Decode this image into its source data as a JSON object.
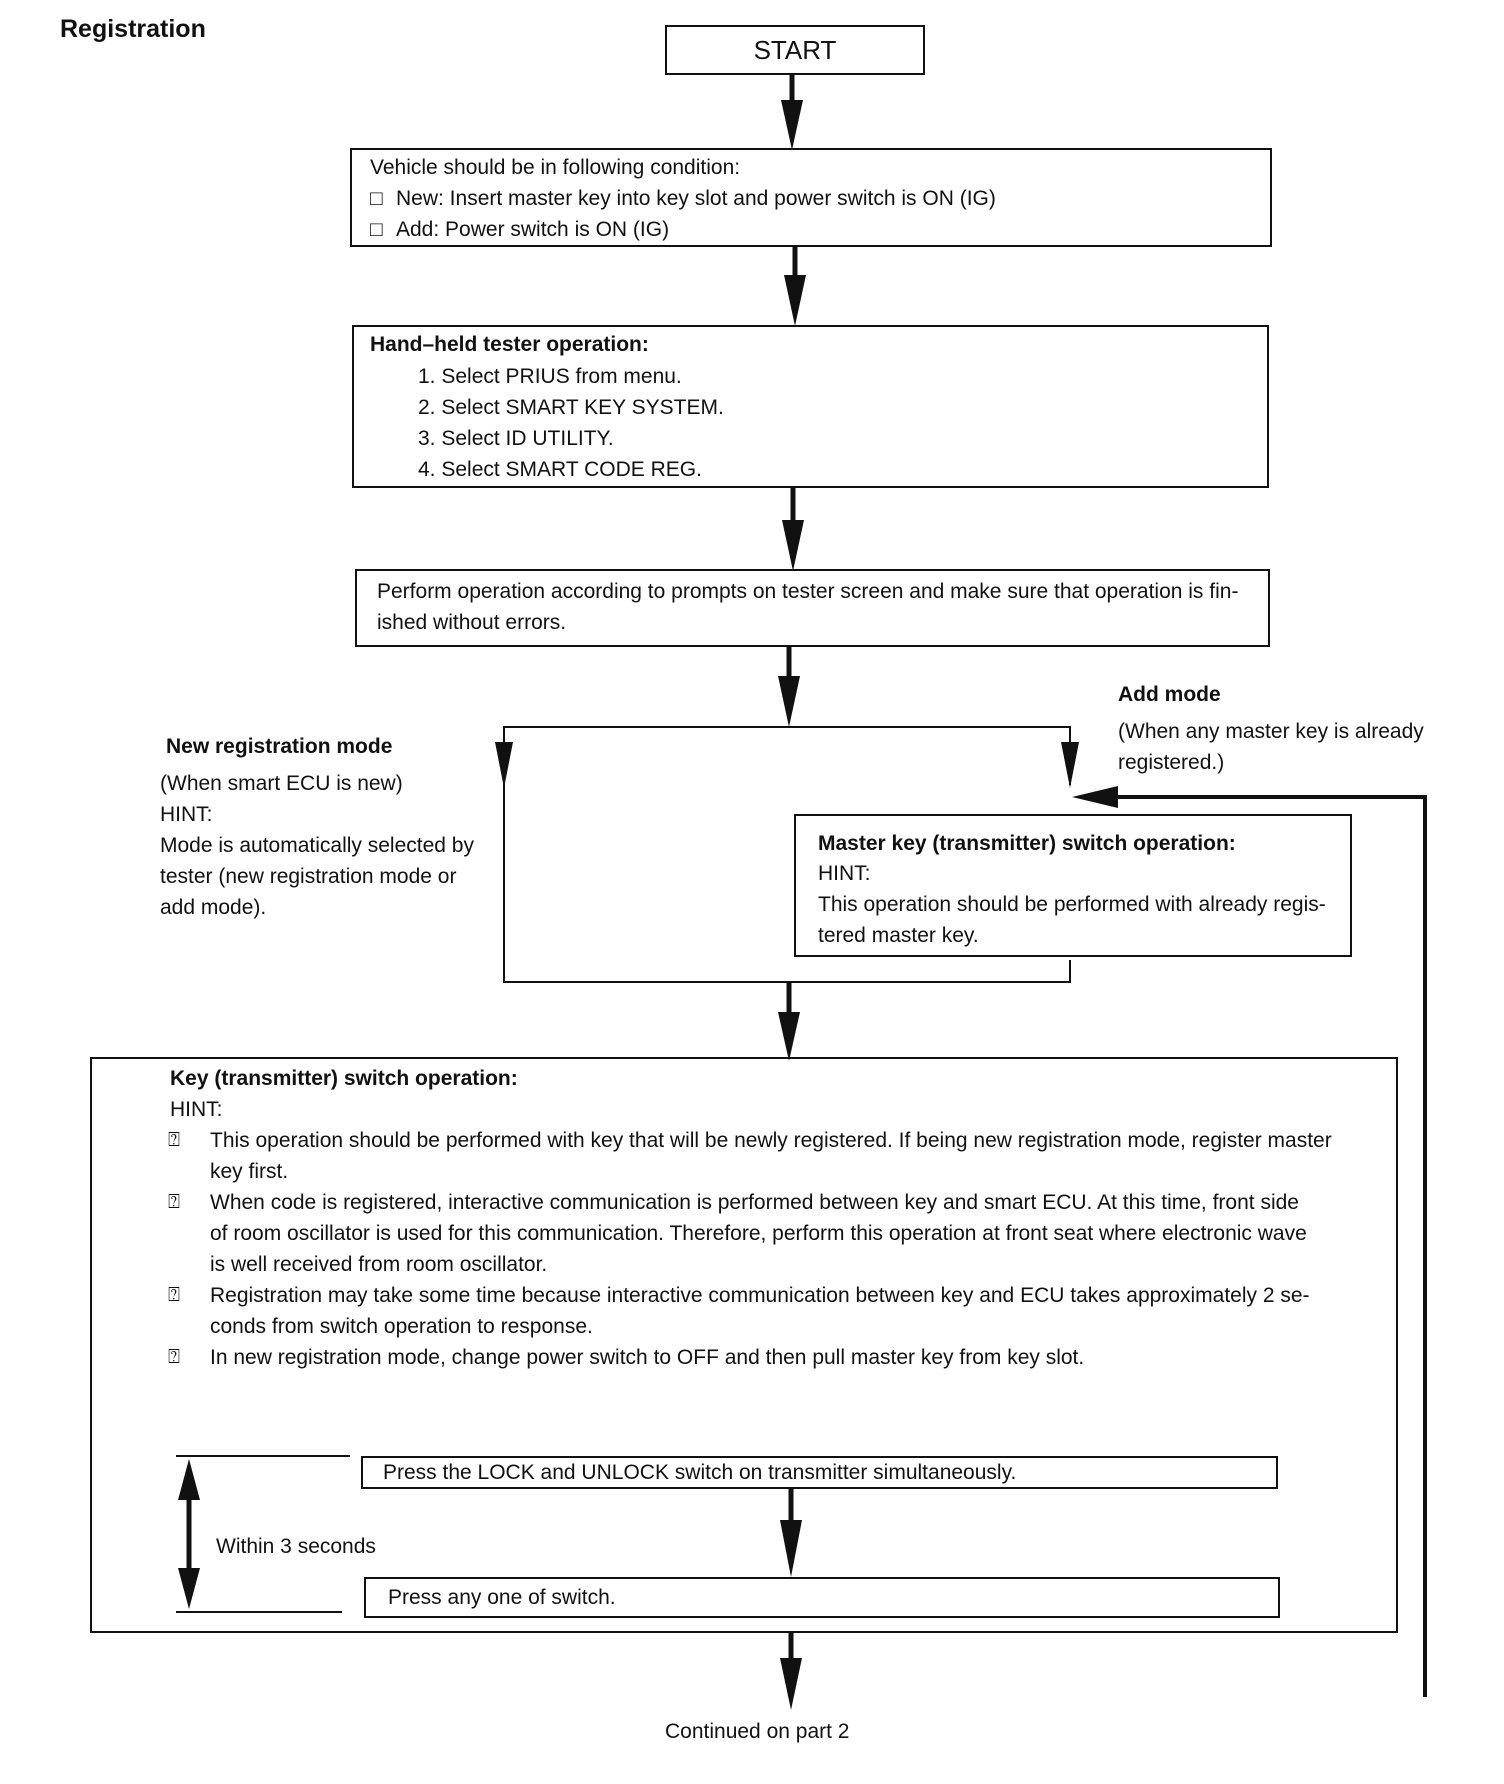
{
  "page_title": "Registration",
  "start": {
    "label": "START"
  },
  "condition": {
    "heading": "Vehicle should be in following condition:",
    "items": [
      "New: Insert master key into key slot and power switch is ON (IG)",
      "Add: Power switch is ON (IG)"
    ],
    "checkbox_glyph": "□"
  },
  "tester": {
    "heading": "Hand–held tester operation:",
    "steps": [
      "1. Select PRIUS from menu.",
      "2. Select SMART KEY SYSTEM.",
      "3. Select ID UTILITY.",
      "4. Select SMART CODE REG."
    ]
  },
  "perform": {
    "line1": "Perform operation according to prompts on tester screen and make sure that operation is fin-",
    "line2": "ished without errors."
  },
  "new_mode": {
    "heading": "New registration mode",
    "lines": [
      "(When smart ECU is new)",
      "HINT:",
      "Mode is automatically selected by",
      "tester (new registration mode or",
      "add mode)."
    ]
  },
  "add_mode": {
    "heading": "Add mode",
    "lines": [
      "(When any master key is already",
      "registered.)"
    ]
  },
  "master_key": {
    "heading": "Master key (transmitter) switch operation:",
    "lines": [
      "HINT:",
      "This operation should be performed with already regis-",
      "tered master key."
    ]
  },
  "key_switch": {
    "heading": "Key (transmitter) switch operation:",
    "hint": "HINT:",
    "bullet_glyph": "⍰",
    "bullets": [
      [
        "This operation should be performed with key that will be newly registered. If being new registration mode, register master",
        "key first."
      ],
      [
        "When code is registered, interactive communication is performed between key and smart ECU. At this time, front side",
        "of room oscillator is used for this communication. Therefore, perform this operation at front seat where electronic wave",
        "is well received from room oscillator."
      ],
      [
        "Registration may take some time because interactive communication between key and ECU takes approximately 2 se-",
        "conds from switch operation to response."
      ],
      [
        "In new registration mode, change power switch to OFF and then pull master key from key slot."
      ]
    ],
    "press_lock": "Press the LOCK and UNLOCK switch on transmitter simultaneously.",
    "press_any": "Press any one of switch.",
    "within": "Within 3 seconds"
  },
  "continued": "Continued on part  2",
  "colors": {
    "line": "#111111",
    "background": "#ffffff"
  }
}
